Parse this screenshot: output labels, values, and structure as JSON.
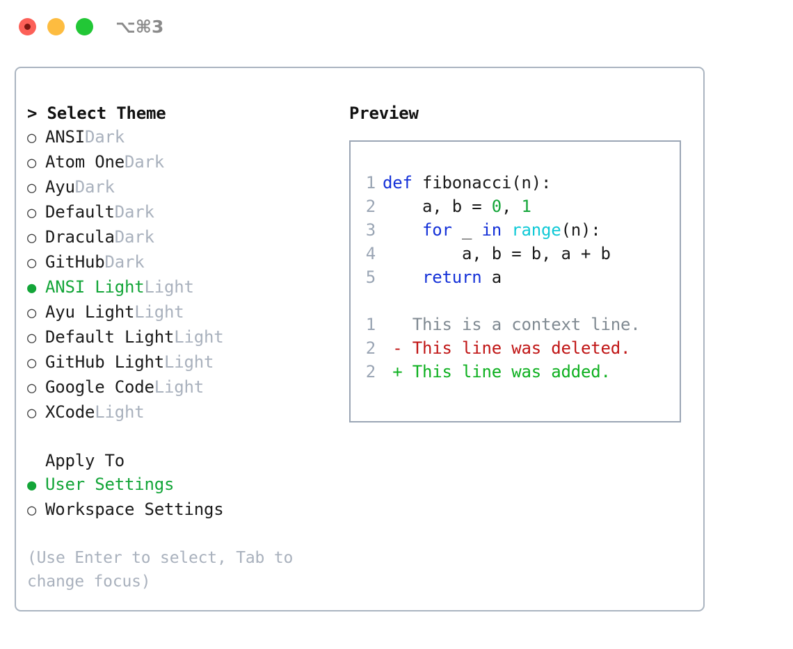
{
  "window": {
    "shortcut": "⌥⌘3",
    "traffic_lights": [
      "close",
      "minimize",
      "zoom"
    ],
    "colors": {
      "close": "#fc6058",
      "minimize": "#fdbc40",
      "zoom": "#22c736",
      "accent_green": "#13a538",
      "panel_border": "#aab4c0",
      "muted": "#a9b1bd"
    }
  },
  "theme_picker": {
    "header": "> Select Theme",
    "bullet_selected": "●",
    "bullet_unselected": "○",
    "items": [
      {
        "label": "ANSI",
        "suffix": "Dark",
        "selected": false
      },
      {
        "label": "Atom One",
        "suffix": "Dark",
        "selected": false
      },
      {
        "label": "Ayu",
        "suffix": "Dark",
        "selected": false
      },
      {
        "label": "Default",
        "suffix": "Dark",
        "selected": false
      },
      {
        "label": "Dracula",
        "suffix": "Dark",
        "selected": false
      },
      {
        "label": "GitHub",
        "suffix": "Dark",
        "selected": false
      },
      {
        "label": "ANSI Light",
        "suffix": "Light",
        "selected": true
      },
      {
        "label": "Ayu Light",
        "suffix": "Light",
        "selected": false
      },
      {
        "label": "Default Light",
        "suffix": "Light",
        "selected": false
      },
      {
        "label": "GitHub Light",
        "suffix": "Light",
        "selected": false
      },
      {
        "label": "Google Code",
        "suffix": "Light",
        "selected": false
      },
      {
        "label": "XCode",
        "suffix": "Light",
        "selected": false
      }
    ]
  },
  "apply_to": {
    "header": "Apply To",
    "items": [
      {
        "label": "User Settings",
        "selected": true
      },
      {
        "label": "Workspace Settings",
        "selected": false
      }
    ]
  },
  "hint": "(Use Enter to select, Tab to change focus)",
  "preview": {
    "title": "Preview",
    "code_lines": [
      {
        "number": "1",
        "tokens": [
          {
            "text": "def ",
            "kind": "kw"
          },
          {
            "text": "fibonacci(n):",
            "kind": "plain"
          }
        ]
      },
      {
        "number": "2",
        "tokens": [
          {
            "text": "    a, b = ",
            "kind": "plain"
          },
          {
            "text": "0",
            "kind": "num"
          },
          {
            "text": ", ",
            "kind": "plain"
          },
          {
            "text": "1",
            "kind": "num"
          }
        ]
      },
      {
        "number": "3",
        "tokens": [
          {
            "text": "    ",
            "kind": "plain"
          },
          {
            "text": "for",
            "kind": "kw"
          },
          {
            "text": " _ ",
            "kind": "plain"
          },
          {
            "text": "in",
            "kind": "kw"
          },
          {
            "text": " ",
            "kind": "plain"
          },
          {
            "text": "range",
            "kind": "fn"
          },
          {
            "text": "(n):",
            "kind": "plain"
          }
        ]
      },
      {
        "number": "4",
        "tokens": [
          {
            "text": "        a, b = b, a + b",
            "kind": "plain"
          }
        ]
      },
      {
        "number": "5",
        "tokens": [
          {
            "text": "    ",
            "kind": "plain"
          },
          {
            "text": "return",
            "kind": "kw"
          },
          {
            "text": " a",
            "kind": "plain"
          }
        ]
      }
    ],
    "diff_lines": [
      {
        "number": "1",
        "marker": " ",
        "text": "This is a context line.",
        "kind": "context"
      },
      {
        "number": "2",
        "marker": "-",
        "text": "This line was deleted.",
        "kind": "del"
      },
      {
        "number": "2",
        "marker": "+",
        "text": "This line was added.",
        "kind": "add"
      }
    ]
  }
}
